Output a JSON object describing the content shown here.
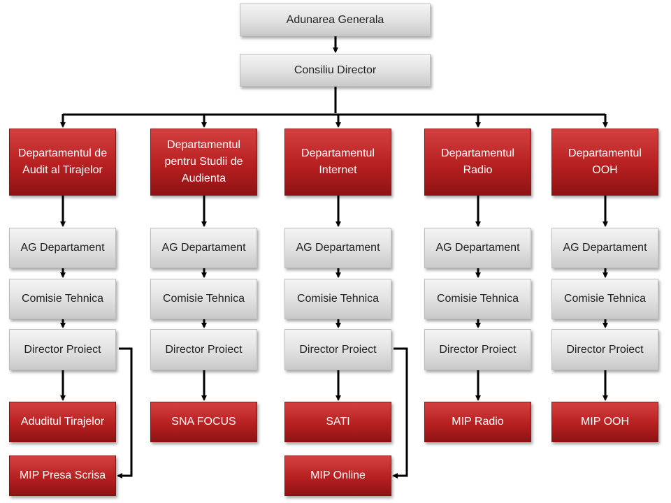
{
  "top": {
    "general_assembly": "Adunarea Generala",
    "board": "Consiliu Director"
  },
  "departments": [
    {
      "name": "Departamentul de Audit al Tirajelor",
      "ag": "AG Departament",
      "commission": "Comisie Tehnica",
      "director": "Director Proiect",
      "outputs": [
        "Aduditul Tirajelor",
        "MIP Presa Scrisa"
      ]
    },
    {
      "name": "Departamentul pentru Studii de Audienta",
      "ag": "AG Departament",
      "commission": "Comisie Tehnica",
      "director": "Director Proiect",
      "outputs": [
        "SNA FOCUS"
      ]
    },
    {
      "name": "Departamentul Internet",
      "ag": "AG Departament",
      "commission": "Comisie Tehnica",
      "director": "Director Proiect",
      "outputs": [
        "SATI",
        "MIP Online"
      ]
    },
    {
      "name": "Departamentul Radio",
      "ag": "AG Departament",
      "commission": "Comisie Tehnica",
      "director": "Director Proiect",
      "outputs": [
        "MIP Radio"
      ]
    },
    {
      "name": "Departamentul OOH",
      "ag": "AG Departament",
      "commission": "Comisie Tehnica",
      "director": "Director Proiect",
      "outputs": [
        "MIP OOH"
      ]
    }
  ],
  "colors": {
    "red_box": "#b72021",
    "grey_box": "#e2e2e2",
    "connector": "#000000"
  }
}
